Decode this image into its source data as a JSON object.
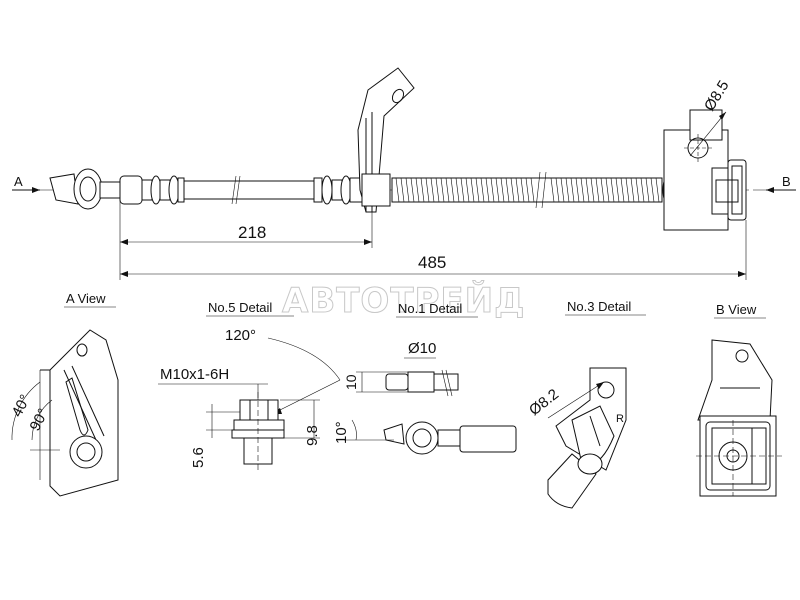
{
  "main_view": {
    "end_a": "A",
    "end_b": "B",
    "dim_short": "218",
    "dim_total": "485",
    "dim_hole": "Ø8.5"
  },
  "watermark": "АВТОТРЕЙД",
  "details": {
    "a_view": {
      "title": "A View",
      "angle_1": "40°",
      "angle_2": "90°"
    },
    "no5": {
      "title": "No.5 Detail",
      "angle": "120°",
      "thread": "M10x1-6H",
      "dim_left": "5.6",
      "dim_right": "9.8"
    },
    "no1": {
      "title": "No.1 Detail",
      "diameter": "Ø10",
      "height": "10",
      "angle": "10°"
    },
    "no3": {
      "title": "No.3 Detail",
      "diameter": "Ø8.2",
      "radius": "R"
    },
    "b_view": {
      "title": "B View"
    }
  }
}
